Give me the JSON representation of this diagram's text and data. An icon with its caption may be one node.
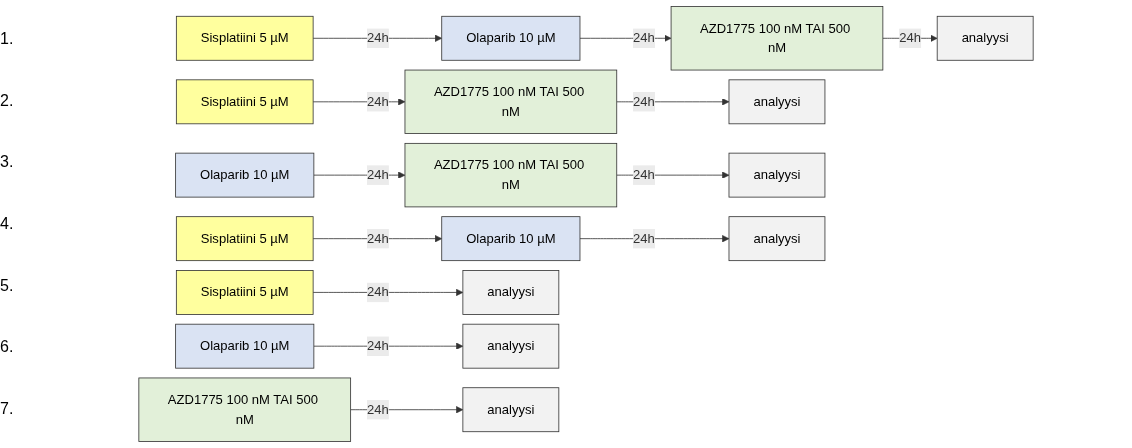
{
  "diagram": {
    "nodes": [
      {
        "text": [
          "Sisplatiini 5 µM"
        ]
      },
      {
        "text": [
          "Olaparib 10 µM"
        ]
      },
      {
        "text": [
          "AZD1775 100 nM TAI 500 nM"
        ]
      },
      {
        "text": [
          "analyysi"
        ]
      },
      {
        "text": [
          "Sisplatiini 5 µM"
        ]
      },
      {
        "text": [
          "AZD1775 100 nM TAI 500 nM"
        ]
      },
      {
        "text": [
          "analyysi"
        ]
      },
      {
        "text": [
          "Olaparib 10 µM"
        ]
      },
      {
        "text": [
          "AZD1775 100 nM TAI 500 nM"
        ]
      },
      {
        "text": [
          "analyysi"
        ]
      },
      {
        "text": [
          "Sisplatiini 5 µM"
        ]
      },
      {
        "text": [
          "Olaparib 10 µM"
        ]
      },
      {
        "text": [
          "analyysi"
        ]
      },
      {
        "text": [
          "Sisplatiini 5 µM"
        ]
      },
      {
        "text": [
          "analyysi"
        ]
      },
      {
        "text": [
          "Olaparib 10 µM"
        ]
      },
      {
        "text": [
          "analyysi"
        ]
      },
      {
        "text": [
          "AZD1775 100 nM TAI 500 nM"
        ]
      },
      {
        "text": [
          "analyysi"
        ]
      }
    ],
    "edges": [
      {
        "from": 0,
        "to": 1,
        "arrow": "to",
        "label": "24h"
      },
      {
        "from": 1,
        "to": 2,
        "arrow": "to",
        "label": "24h"
      },
      {
        "from": 2,
        "to": 3,
        "arrow": "to",
        "label": "24h"
      },
      {
        "from": 4,
        "to": 5,
        "arrow": "to",
        "label": "24h"
      },
      {
        "from": 5,
        "to": 6,
        "arrow": "to",
        "label": "24h"
      },
      {
        "from": 7,
        "to": 8,
        "arrow": "to",
        "label": "24h"
      },
      {
        "from": 8,
        "to": 9,
        "arrow": "to",
        "label": "24h"
      },
      {
        "from": 10,
        "to": 11,
        "arrow": "to",
        "label": "24h"
      },
      {
        "from": 11,
        "to": 12,
        "arrow": "to",
        "label": "24h"
      },
      {
        "from": 13,
        "to": 14,
        "arrow": "to",
        "label": "24h"
      },
      {
        "from": 15,
        "to": 16,
        "arrow": "to",
        "label": "24h"
      },
      {
        "from": 17,
        "to": 18,
        "arrow": "to",
        "label": "24h"
      }
    ],
    "labels": [
      "1.",
      "2.",
      "3.",
      "4.",
      "5.",
      "6.",
      "7."
    ]
  }
}
